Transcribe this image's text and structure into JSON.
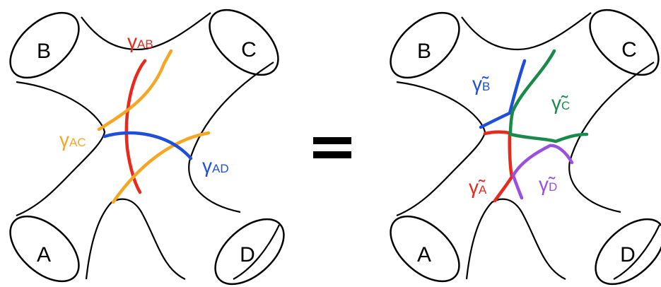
{
  "colors": {
    "outline": "#000000",
    "red": "#e8291c",
    "orange": "#f5a623",
    "blue": "#1f4fd8",
    "green": "#1a8a4a",
    "purple": "#9b4fe0"
  },
  "left_figure": {
    "boundaries": {
      "top_left": "B",
      "top_right": "C",
      "bottom_left": "A",
      "bottom_right": "D"
    },
    "geodesics": {
      "ab": {
        "symbol": "γ",
        "subscript": "AB"
      },
      "ac": {
        "symbol": "γ",
        "subscript": "AC"
      },
      "ad": {
        "symbol": "γ",
        "subscript": "AD"
      }
    }
  },
  "equals_sign": "=",
  "right_figure": {
    "boundaries": {
      "top_left": "B",
      "top_right": "C",
      "bottom_left": "A",
      "bottom_right": "D"
    },
    "geodesics": {
      "a": {
        "symbol": "γ̃",
        "subscript": "A"
      },
      "b": {
        "symbol": "γ̃",
        "subscript": "B"
      },
      "c": {
        "symbol": "γ̃",
        "subscript": "C"
      },
      "d": {
        "symbol": "γ̃",
        "subscript": "D"
      }
    }
  }
}
